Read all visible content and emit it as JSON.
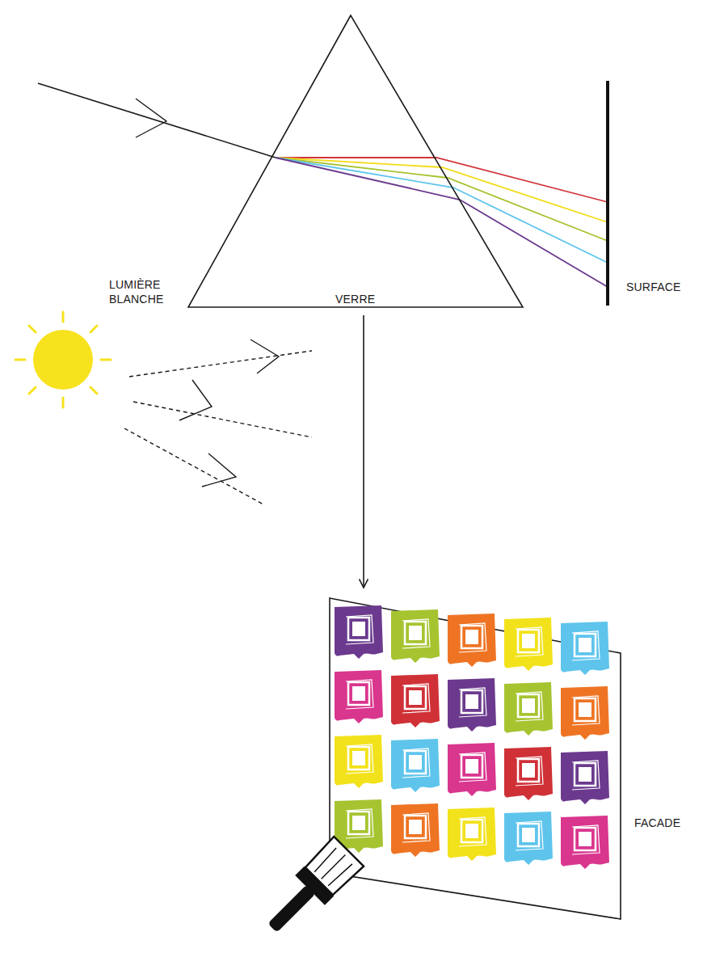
{
  "diagram": {
    "nodes": [
      {
        "text": [
          "VERRE"
        ]
      },
      {
        "text": [
          "FACADE"
        ]
      }
    ],
    "edges": [
      {
        "from": 0,
        "to": 1,
        "arrow": "to"
      }
    ],
    "labels": [
      "LUMIÈRE BLANCHE",
      "SURFACE"
    ]
  }
}
